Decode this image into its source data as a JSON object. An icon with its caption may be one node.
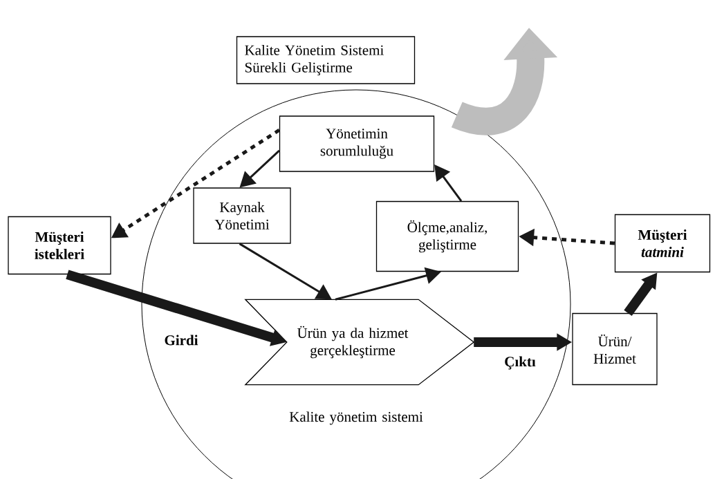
{
  "diagram": {
    "nodes": [
      {
        "text": [
          "Kalite Yönetim Sistemi Sürekli Geliştirme"
        ]
      },
      {
        "text": [
          "Kalite yönetim sistemi"
        ]
      },
      {
        "text": [
          "Yönetimin sorumluluğu"
        ],
        "in": 1
      },
      {
        "text": [
          "Kaynak Yönetimi"
        ],
        "in": 1
      },
      {
        "text": [
          "Ölçme,analiz, geliştirme"
        ],
        "in": 1
      },
      {
        "text": [
          "Müşteri istekleri"
        ]
      },
      {
        "text": [
          "Ürün ya da hizmet gerçekleştirme"
        ],
        "in": 1
      },
      {
        "text": [
          "Müşteri *tatmini*"
        ]
      },
      {
        "text": [
          "Ürün/ Hizmet"
        ]
      }
    ],
    "edges": [
      {
        "from": 1,
        "to": null,
        "arrow": "to",
        "style": "thick",
        "color": "#bdbdbd"
      },
      {
        "from": 2,
        "to": 5,
        "arrow": "to",
        "style": "dashed"
      },
      {
        "from": 2,
        "to": 3,
        "arrow": "to"
      },
      {
        "from": 3,
        "to": 6,
        "arrow": "to"
      },
      {
        "from": 6,
        "to": 4,
        "arrow": "to"
      },
      {
        "from": 4,
        "to": 2,
        "arrow": "to"
      },
      {
        "from": 5,
        "to": 6,
        "arrow": "to",
        "style": "thick",
        "label": "Girdi"
      },
      {
        "from": 6,
        "to": 8,
        "arrow": "to",
        "style": "thick",
        "label": "Çıktı"
      },
      {
        "from": 7,
        "to": 4,
        "arrow": "to",
        "style": "dashed"
      },
      {
        "from": 8,
        "to": 7,
        "arrow": "to",
        "style": "thick"
      }
    ]
  }
}
